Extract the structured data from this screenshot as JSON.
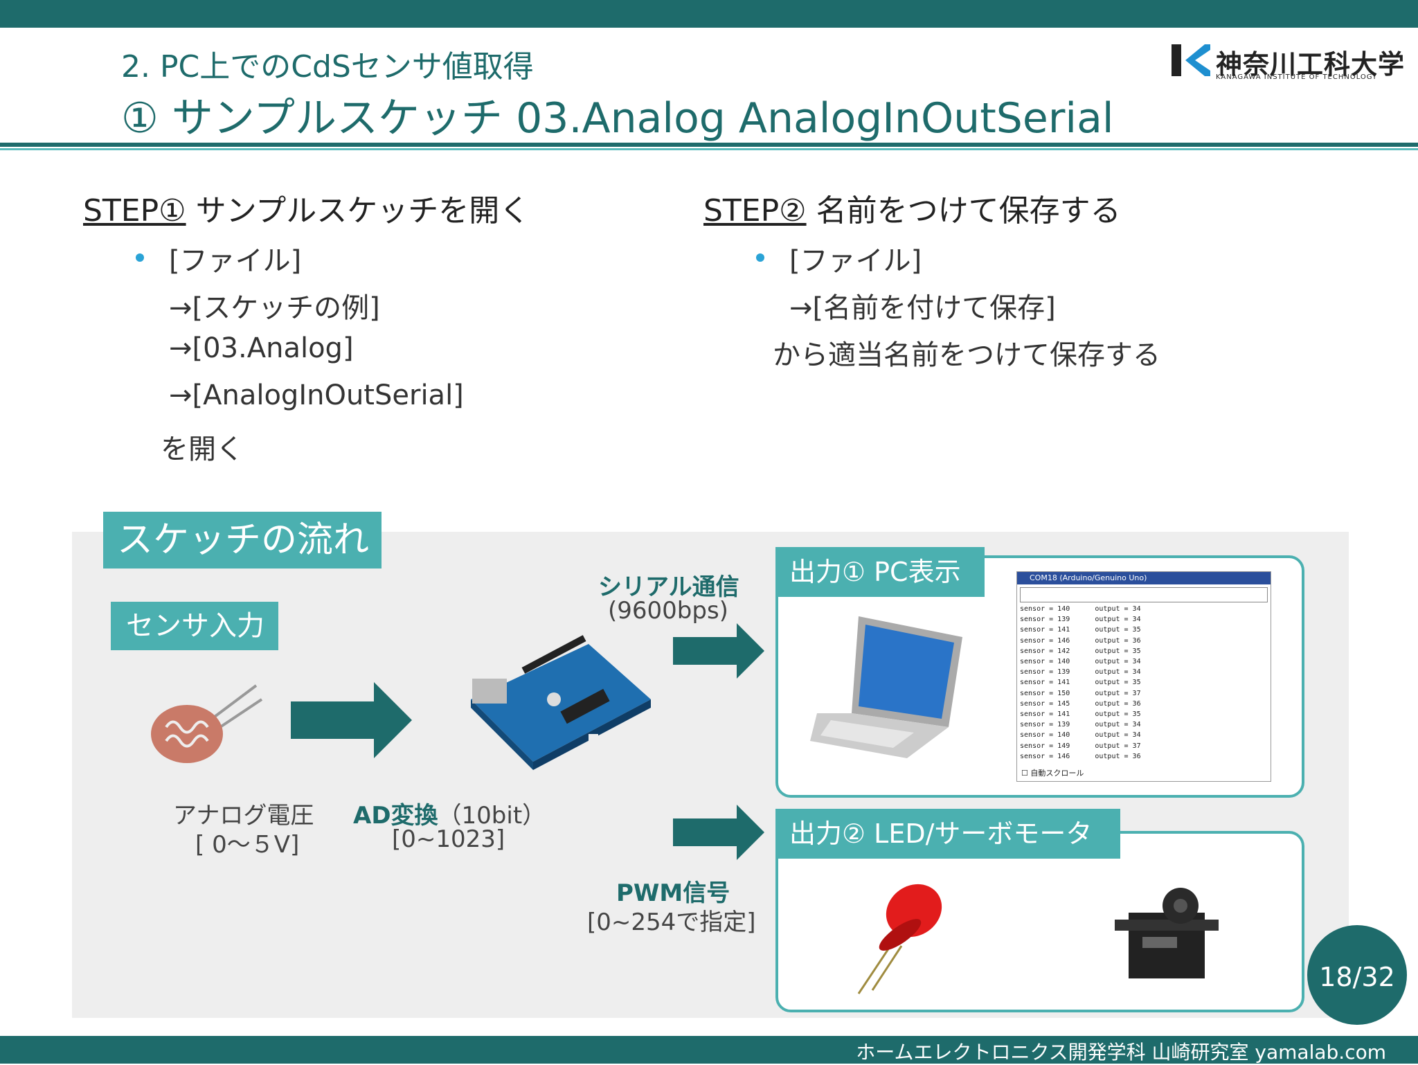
{
  "header": {
    "subtitle": "2. PC上でのCdSセンサ値取得",
    "title": "① サンプルスケッチ 03.Analog AnalogInOutSerial",
    "logo_name": "神奈川工科大学",
    "logo_en": "KANAGAWA INSTITUTE OF TECHNOLOGY"
  },
  "step1": {
    "label": "STEP①",
    "title": " サンプルスケッチを開く",
    "lines": [
      "[ファイル]",
      "→[スケッチの例]",
      "→[03.Analog]",
      "→[AnalogInOutSerial]",
      "を開く"
    ]
  },
  "step2": {
    "label": "STEP②",
    "title": " 名前をつけて保存する",
    "lines": [
      "[ファイル]",
      "→[名前を付けて保存]",
      "から適当名前をつけて保存する"
    ]
  },
  "flow": {
    "title": "スケッチの流れ",
    "sensor_tag": "センサ入力",
    "analog_label": "アナログ電圧",
    "analog_range": "[ 0～５V]",
    "ad_label_bold": "AD変換",
    "ad_label_rest": "（10bit）",
    "ad_range": "[0~1023]",
    "serial_label": "シリアル通信",
    "serial_rate": "(9600bps)",
    "pwm_label": "PWM信号",
    "pwm_range": "[0~254で指定]",
    "out1_tag": "出力① PC表示",
    "out2_tag": "出力② LED/サーボモータ"
  },
  "serial_monitor": {
    "title": "COM18 (Arduino/Genuino Uno)",
    "rows": [
      "sensor = 140      output = 34",
      "sensor = 139      output = 34",
      "sensor = 141      output = 35",
      "sensor = 146      output = 36",
      "sensor = 142      output = 35",
      "sensor = 140      output = 34",
      "sensor = 139      output = 34",
      "sensor = 141      output = 35",
      "sensor = 150      output = 37",
      "sensor = 145      output = 36",
      "sensor = 141      output = 35",
      "sensor = 139      output = 34",
      "sensor = 140      output = 34",
      "sensor = 149      output = 37",
      "sensor = 146      output = 36"
    ],
    "autoscroll": "自動スクロール"
  },
  "page": "18/32",
  "footer": "ホームエレクトロニクス開発学科 山崎研究室 yamalab.com",
  "colors": {
    "primary": "#1e6b6b",
    "accent": "#4bb0b0",
    "bullet": "#2aa3d6"
  }
}
